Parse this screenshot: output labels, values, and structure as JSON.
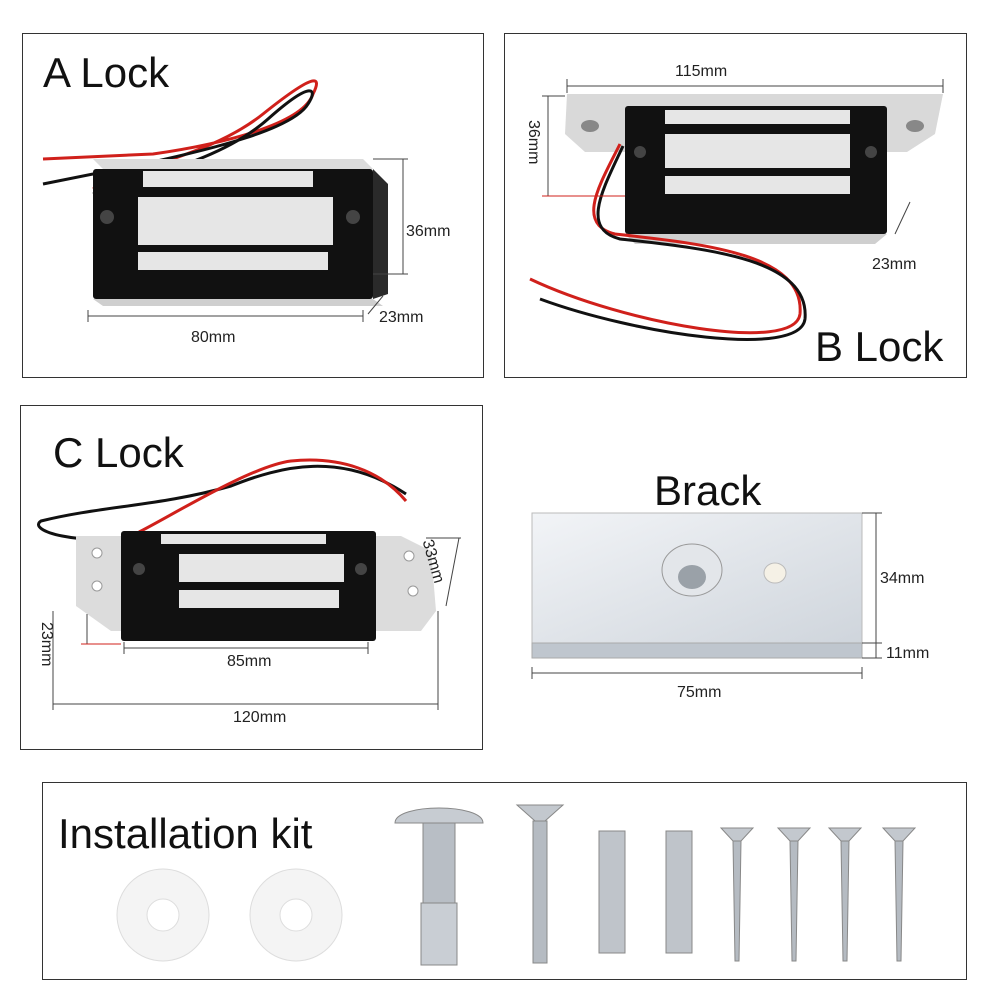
{
  "panels": {
    "a": {
      "title": "A Lock",
      "dims": {
        "height": "36mm",
        "depth": "23mm",
        "length": "80mm"
      }
    },
    "b": {
      "title": "B Lock",
      "dims": {
        "length": "115mm",
        "height": "36mm",
        "depth": "23mm"
      }
    },
    "c": {
      "title": "C Lock",
      "dims": {
        "height": "33mm",
        "depth": "23mm",
        "body_length": "85mm",
        "total_length": "120mm"
      }
    },
    "bracket": {
      "title": "Brack",
      "dims": {
        "height": "34mm",
        "thickness": "11mm",
        "length": "75mm"
      }
    },
    "kit": {
      "title": "Installation kit"
    }
  },
  "colors": {
    "panel_border": "#333333",
    "lock_body": "#111111",
    "aluminum": "#d9d9d9",
    "wire_red": "#d0201b",
    "wire_black": "#111111",
    "dim_line": "#444444"
  },
  "kit_items": [
    "washer",
    "washer",
    "sex-bolt",
    "machine-screw",
    "pin",
    "pin",
    "wood-screw",
    "wood-screw",
    "wood-screw",
    "wood-screw"
  ]
}
